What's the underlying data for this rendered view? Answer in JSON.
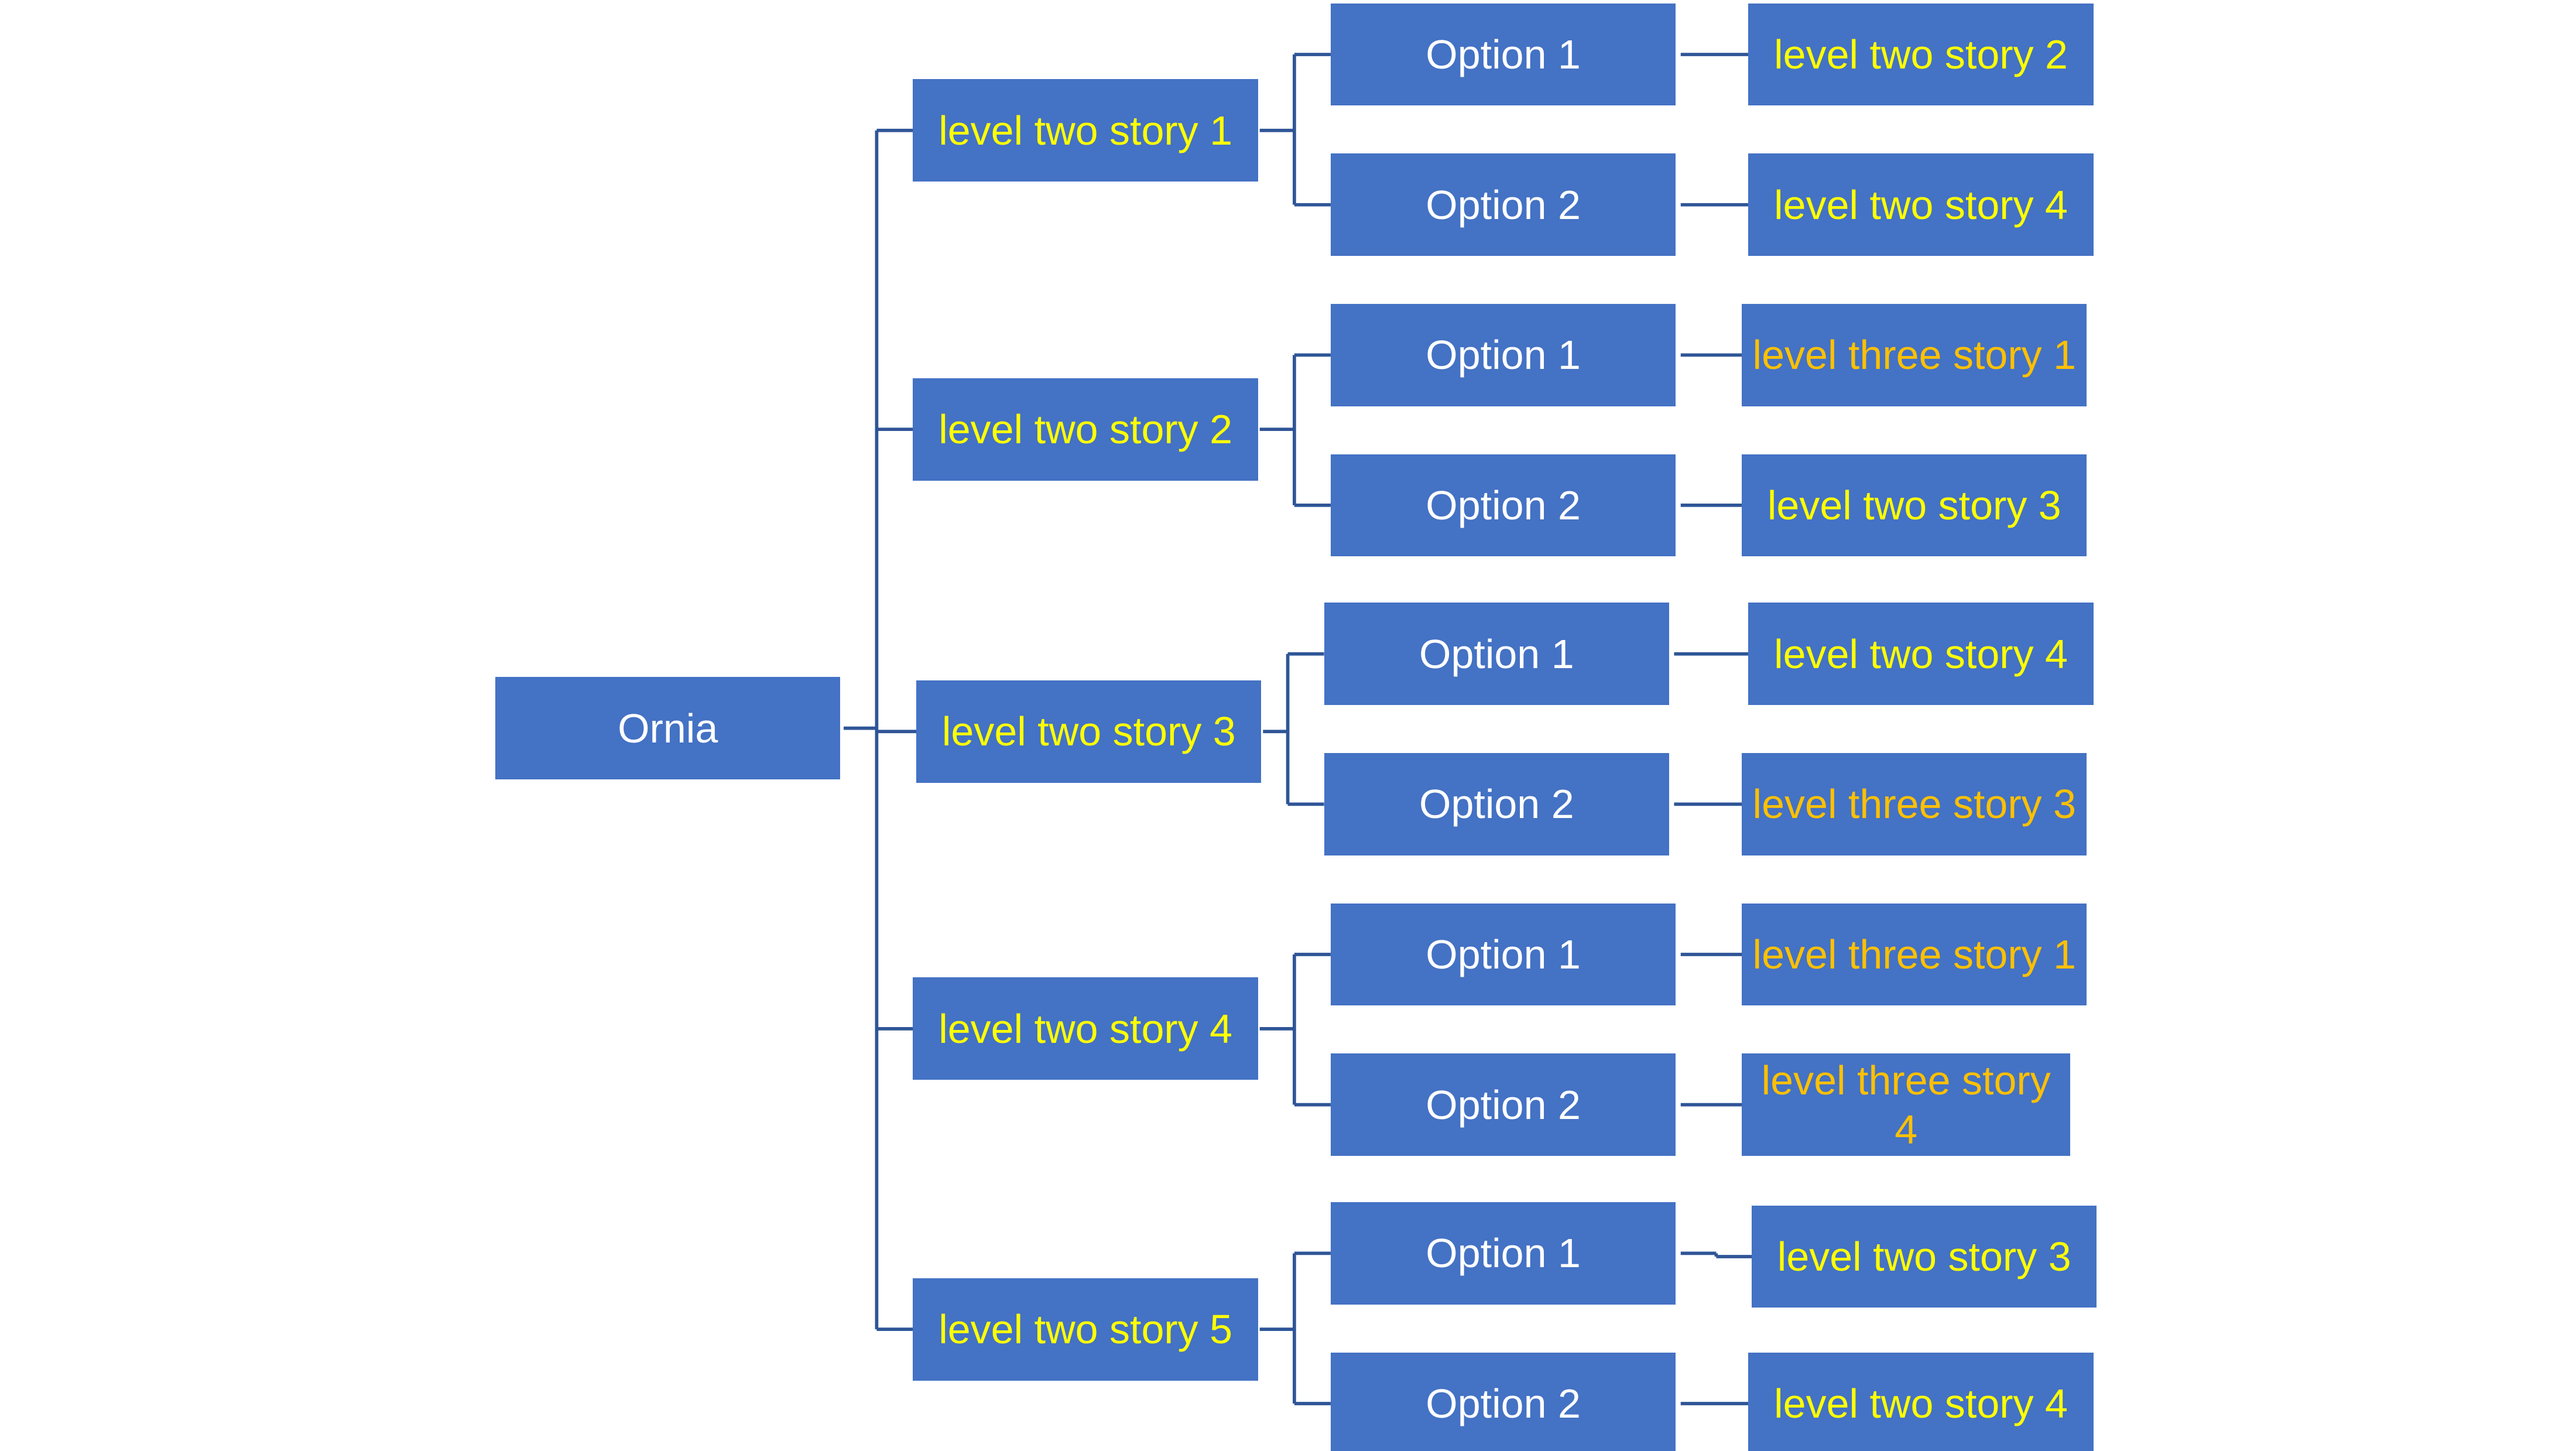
{
  "colors": {
    "box_fill": "#4472c4",
    "connector": "#2f5597",
    "root_text": "#ffffff",
    "option_text": "#ffffff",
    "level_two_text": "#ffff00",
    "level_three_text": "#ffc000"
  },
  "root": {
    "label": "Ornia"
  },
  "branches": [
    {
      "label": "level two story 1",
      "options": [
        {
          "label": "Option 1",
          "outcome": {
            "label": "level two story 2",
            "level": "two"
          }
        },
        {
          "label": "Option 2",
          "outcome": {
            "label": "level two story 4",
            "level": "two"
          }
        }
      ]
    },
    {
      "label": "level two story 2",
      "options": [
        {
          "label": "Option 1",
          "outcome": {
            "label": "level three story 1",
            "level": "three"
          }
        },
        {
          "label": "Option 2",
          "outcome": {
            "label": "level two story 3",
            "level": "two"
          }
        }
      ]
    },
    {
      "label": "level two story 3",
      "options": [
        {
          "label": "Option 1",
          "outcome": {
            "label": "level two story 4",
            "level": "two"
          }
        },
        {
          "label": "Option 2",
          "outcome": {
            "label": "level three story 3",
            "level": "three"
          }
        }
      ]
    },
    {
      "label": "level two story 4",
      "options": [
        {
          "label": "Option 1",
          "outcome": {
            "label": "level three story 1",
            "level": "three"
          }
        },
        {
          "label": "Option 2",
          "outcome": {
            "label": "level three story\n4",
            "level": "three"
          }
        }
      ]
    },
    {
      "label": "level two story 5",
      "options": [
        {
          "label": "Option 1",
          "outcome": {
            "label": "level two story 3",
            "level": "two"
          }
        },
        {
          "label": "Option 2",
          "outcome": {
            "label": "level two story 4",
            "level": "two"
          }
        }
      ]
    }
  ]
}
